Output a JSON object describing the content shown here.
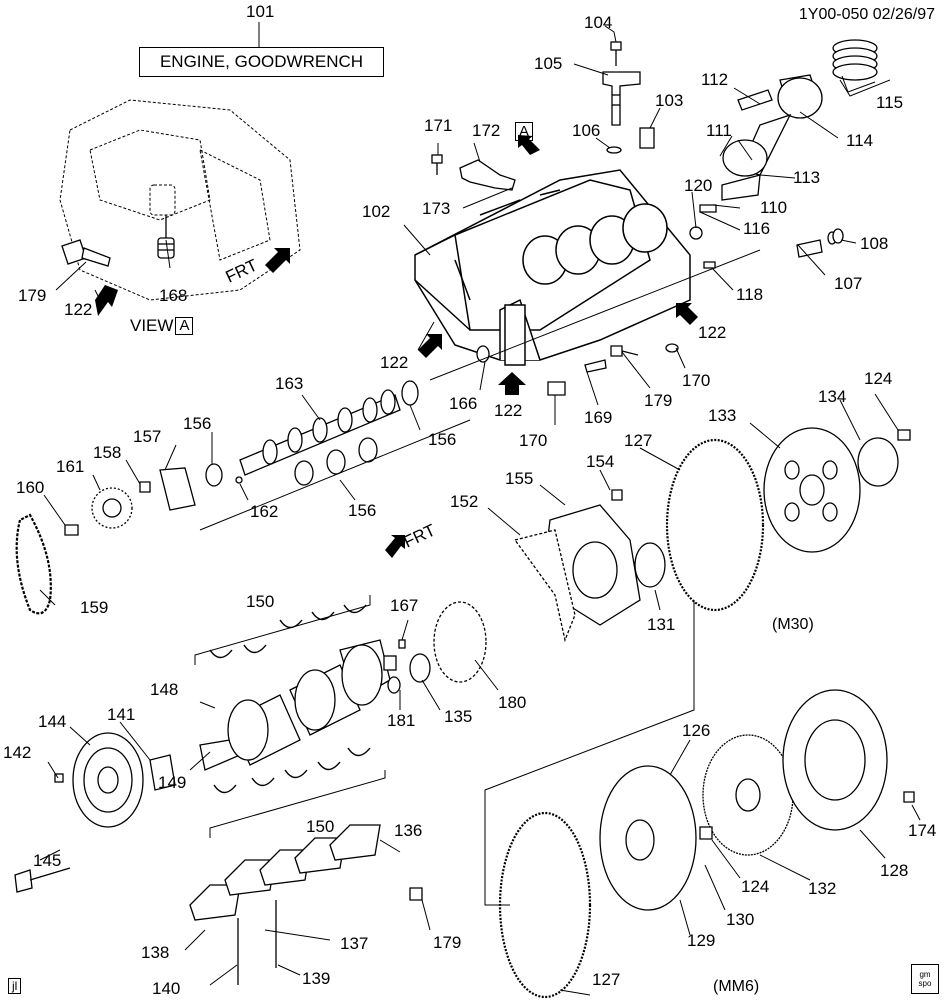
{
  "header": {
    "doc_ref": "1Y00-050  02/26/97",
    "title_callout": "101",
    "title": "ENGINE, GOODWRENCH"
  },
  "view": {
    "label": "VIEW",
    "letter": "A",
    "arrow_letter": "A"
  },
  "direction_labels": {
    "frt": "FRT"
  },
  "variants": {
    "automatic": "(M30)",
    "manual": "(MM6)"
  },
  "footer": {
    "code": "jl",
    "logo_text": "gm spo"
  },
  "callouts": [
    {
      "id": "c104",
      "text": "104"
    },
    {
      "id": "c105",
      "text": "105"
    },
    {
      "id": "c103",
      "text": "103"
    },
    {
      "id": "c112",
      "text": "112"
    },
    {
      "id": "c115",
      "text": "115"
    },
    {
      "id": "c114",
      "text": "114"
    },
    {
      "id": "c111",
      "text": "111"
    },
    {
      "id": "c113",
      "text": "113"
    },
    {
      "id": "c110",
      "text": "110"
    },
    {
      "id": "c116",
      "text": "116"
    },
    {
      "id": "c120",
      "text": "120"
    },
    {
      "id": "c106",
      "text": "106"
    },
    {
      "id": "c171",
      "text": "171"
    },
    {
      "id": "c172",
      "text": "172"
    },
    {
      "id": "c173",
      "text": "173"
    },
    {
      "id": "c102",
      "text": "102"
    },
    {
      "id": "c108",
      "text": "108"
    },
    {
      "id": "c107",
      "text": "107"
    },
    {
      "id": "c118",
      "text": "118"
    },
    {
      "id": "c122a",
      "text": "122"
    },
    {
      "id": "c170a",
      "text": "170"
    },
    {
      "id": "c179a",
      "text": "179"
    },
    {
      "id": "c122b",
      "text": "122"
    },
    {
      "id": "c168",
      "text": "168"
    },
    {
      "id": "c122c",
      "text": "122"
    },
    {
      "id": "c166",
      "text": "166"
    },
    {
      "id": "c122d",
      "text": "122"
    },
    {
      "id": "c170b",
      "text": "170"
    },
    {
      "id": "c169",
      "text": "169"
    },
    {
      "id": "c179b",
      "text": "179"
    },
    {
      "id": "c163",
      "text": "163"
    },
    {
      "id": "c156a",
      "text": "156"
    },
    {
      "id": "c156b",
      "text": "156"
    },
    {
      "id": "c156c",
      "text": "156"
    },
    {
      "id": "c157",
      "text": "157"
    },
    {
      "id": "c158",
      "text": "158"
    },
    {
      "id": "c161",
      "text": "161"
    },
    {
      "id": "c160",
      "text": "160"
    },
    {
      "id": "c162",
      "text": "162"
    },
    {
      "id": "c156d",
      "text": "156"
    },
    {
      "id": "c159",
      "text": "159"
    },
    {
      "id": "c133",
      "text": "133"
    },
    {
      "id": "c134",
      "text": "134"
    },
    {
      "id": "c124a",
      "text": "124"
    },
    {
      "id": "c127a",
      "text": "127"
    },
    {
      "id": "c154",
      "text": "154"
    },
    {
      "id": "c155",
      "text": "155"
    },
    {
      "id": "c152",
      "text": "152"
    },
    {
      "id": "c131",
      "text": "131"
    },
    {
      "id": "c150a",
      "text": "150"
    },
    {
      "id": "c167",
      "text": "167"
    },
    {
      "id": "c148",
      "text": "148"
    },
    {
      "id": "c141",
      "text": "141"
    },
    {
      "id": "c144",
      "text": "144"
    },
    {
      "id": "c142",
      "text": "142"
    },
    {
      "id": "c181",
      "text": "181"
    },
    {
      "id": "c135",
      "text": "135"
    },
    {
      "id": "c180",
      "text": "180"
    },
    {
      "id": "c149",
      "text": "149"
    },
    {
      "id": "c145",
      "text": "145"
    },
    {
      "id": "c150b",
      "text": "150"
    },
    {
      "id": "c126",
      "text": "126"
    },
    {
      "id": "c174",
      "text": "174"
    },
    {
      "id": "c128",
      "text": "128"
    },
    {
      "id": "c132",
      "text": "132"
    },
    {
      "id": "c124b",
      "text": "124"
    },
    {
      "id": "c130",
      "text": "130"
    },
    {
      "id": "c129",
      "text": "129"
    },
    {
      "id": "c127b",
      "text": "127"
    },
    {
      "id": "c136",
      "text": "136"
    },
    {
      "id": "c179c",
      "text": "179"
    },
    {
      "id": "c138",
      "text": "138"
    },
    {
      "id": "c137",
      "text": "137"
    },
    {
      "id": "c140",
      "text": "140"
    },
    {
      "id": "c139",
      "text": "139"
    }
  ]
}
